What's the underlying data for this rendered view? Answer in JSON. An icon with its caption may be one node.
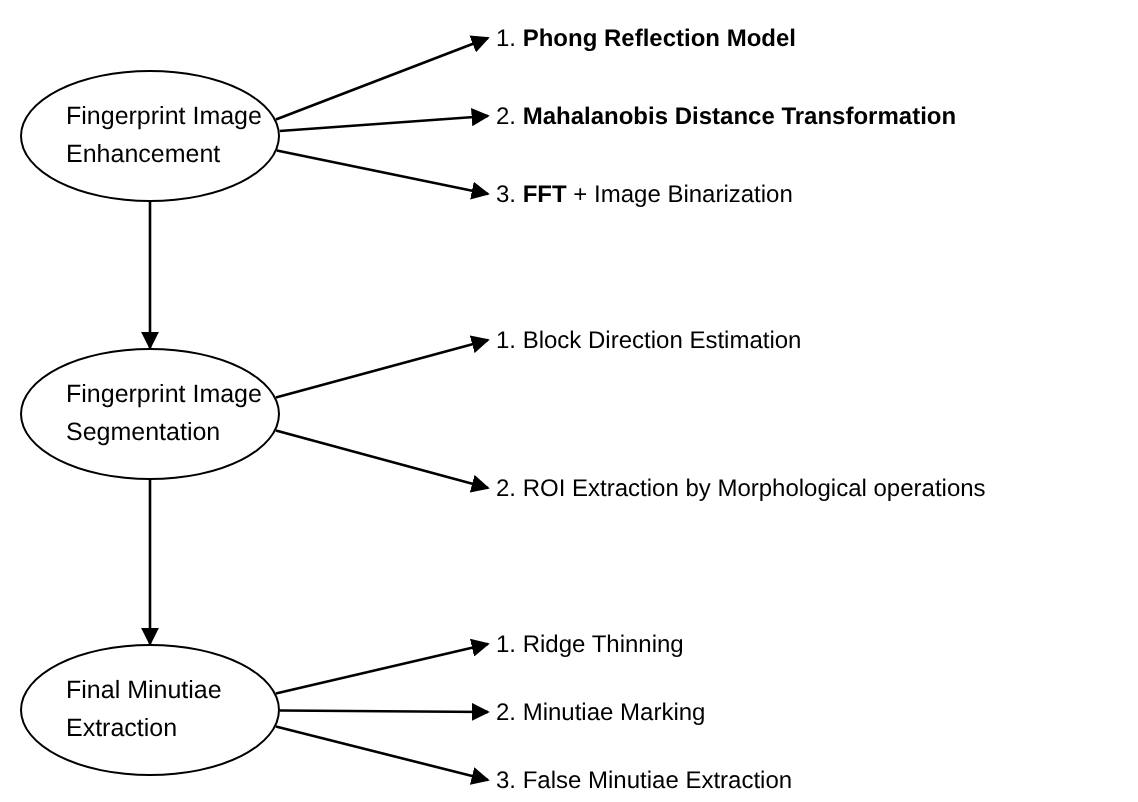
{
  "diagram": {
    "nodes": [
      {
        "text": [
          "Fingerprint Image Enhancement"
        ]
      },
      {
        "text": [
          "1. **Phong Reflection Model**"
        ]
      },
      {
        "text": [
          "2. **Mahalanobis Distance Transformation**"
        ]
      },
      {
        "text": [
          "3. **FFT** + Image Binarization"
        ]
      },
      {
        "text": [
          "Fingerprint Image Segmentation"
        ]
      },
      {
        "text": [
          "1. Block Direction Estimation"
        ]
      },
      {
        "text": [
          "2. ROI Extraction by Morphological operations"
        ]
      },
      {
        "text": [
          "Final Minutiae Extraction"
        ]
      },
      {
        "text": [
          "1. Ridge Thinning"
        ]
      },
      {
        "text": [
          "2. Minutiae Marking"
        ]
      },
      {
        "text": [
          "3. False Minutiae Extraction"
        ]
      }
    ],
    "edges": [
      {
        "from": 0,
        "to": 1,
        "arrow": "to"
      },
      {
        "from": 0,
        "to": 2,
        "arrow": "to"
      },
      {
        "from": 0,
        "to": 3,
        "arrow": "to"
      },
      {
        "from": 0,
        "to": 4,
        "arrow": "to"
      },
      {
        "from": 4,
        "to": 5,
        "arrow": "to"
      },
      {
        "from": 4,
        "to": 6,
        "arrow": "to"
      },
      {
        "from": 4,
        "to": 7,
        "arrow": "to"
      },
      {
        "from": 7,
        "to": 8,
        "arrow": "to"
      },
      {
        "from": 7,
        "to": 9,
        "arrow": "to"
      },
      {
        "from": 7,
        "to": 10,
        "arrow": "to"
      }
    ]
  }
}
